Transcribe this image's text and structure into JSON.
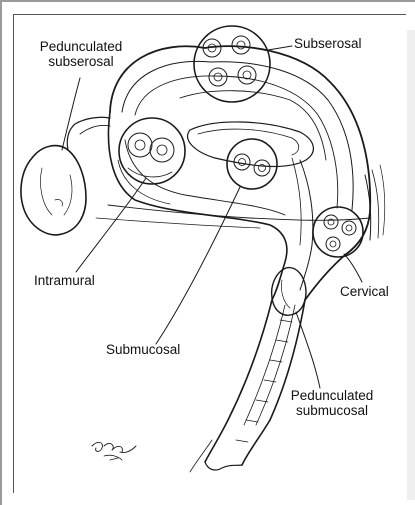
{
  "labels": {
    "pedunculated_subserosal": "Pedunculated\nsubserosal",
    "subserosal": "Subserosal",
    "intramural": "Intramural",
    "submucosal": "Submucosal",
    "cervical": "Cervical",
    "pedunculated_submucosal": "Pedunculated\nsubmucosal"
  },
  "signature": "Gamble"
}
